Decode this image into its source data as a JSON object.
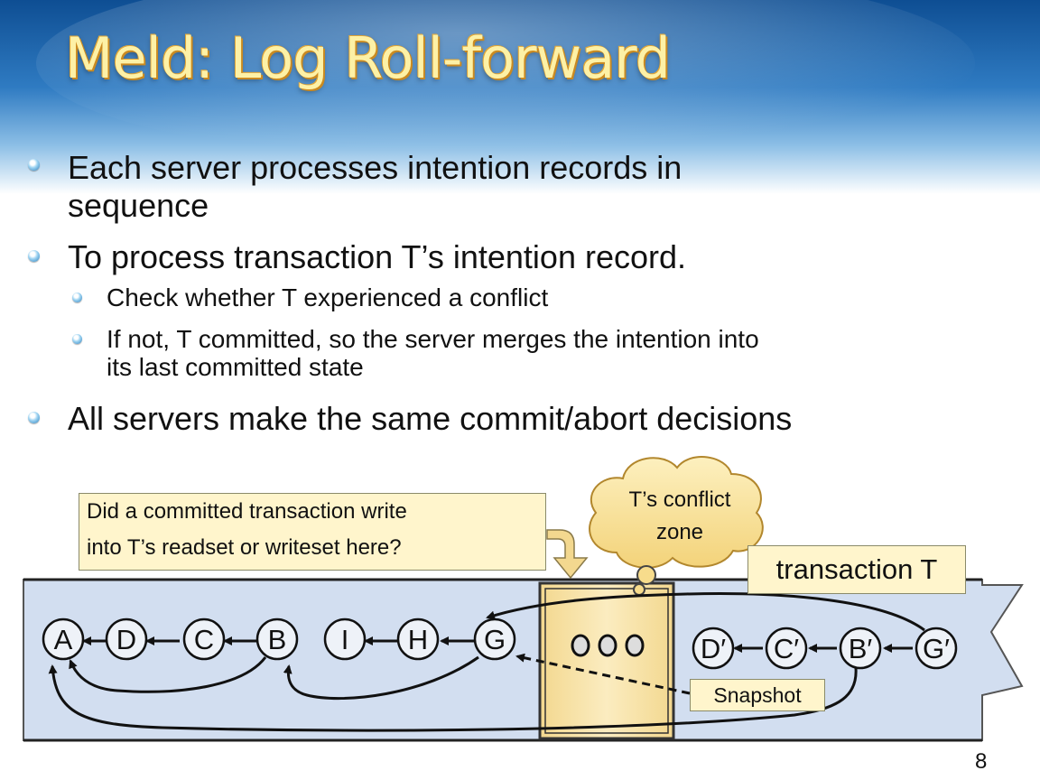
{
  "slide": {
    "title": "Meld: Log Roll-forward",
    "page_number": "8"
  },
  "bullets": [
    {
      "level": 1,
      "text_line1": "Each server processes intention records in",
      "text_line2": "sequence"
    },
    {
      "level": 1,
      "text_line1": "To process transaction T’s  intention record."
    },
    {
      "level": 2,
      "text_line1": "Check whether T experienced a conflict"
    },
    {
      "level": 2,
      "text_line1": "If not, T committed, so the server merges the intention into",
      "text_line2": "its last committed state"
    },
    {
      "level": 1,
      "text_line1": "All servers make the same commit/abort decisions"
    }
  ],
  "diagram": {
    "question_line1": "Did a committed transaction write",
    "question_line2": "into T’s readset or writeset here?",
    "cloud_line1": "T’s conflict",
    "cloud_line2": "zone",
    "transaction_label": "transaction T",
    "snapshot_label": "Snapshot",
    "log_nodes": [
      "A",
      "D",
      "C",
      "B",
      "I",
      "H",
      "G"
    ],
    "intention_nodes": [
      "D′",
      "C′",
      "B′",
      "G′"
    ],
    "colors": {
      "header_blue": "#1e63a6",
      "log_fill": "#d2def0",
      "zone_fill": "#f7e3a2",
      "box_fill": "#fff5cc"
    }
  }
}
